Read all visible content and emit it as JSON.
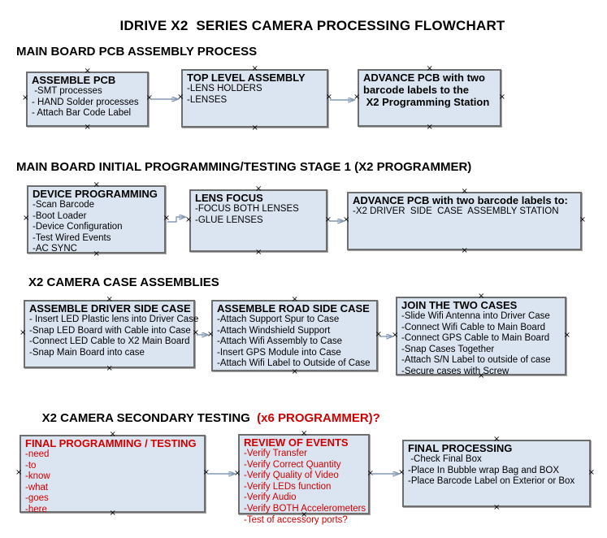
{
  "title": "IDRIVE X2  SERIES CAMERA PROCESSING FLOWCHART",
  "colors": {
    "box_fill": "#dbe5f1",
    "box_border": "#6e6e6e",
    "arrow_line": "#8499b5",
    "arrow_head": "#3a5c99",
    "red_text": "#d00000",
    "black_text": "#000000"
  },
  "icons": {
    "anchor": "×"
  },
  "sections": [
    {
      "header": "MAIN BOARD PCB ASSEMBLY PROCESS",
      "boxes": [
        {
          "title_lines": [
            "ASSEMBLE PCB"
          ],
          "items": [
            " -SMT processes",
            "- HAND Solder processes",
            "- Attach Bar Code Label"
          ]
        },
        {
          "title_lines": [
            "TOP LEVEL ASSEMBLY"
          ],
          "items": [
            "-LENS HOLDERS",
            "-LENSES"
          ]
        },
        {
          "title_lines": [
            "ADVANCE PCB with two",
            "barcode labels to the",
            " X2 Programming Station"
          ],
          "items": []
        }
      ]
    },
    {
      "header": "MAIN BOARD INITIAL PROGRAMMING/TESTING STAGE 1 (X2 PROGRAMMER)",
      "boxes": [
        {
          "title_lines": [
            "DEVICE PROGRAMMING"
          ],
          "items": [
            "-Scan Barcode",
            "-Boot Loader",
            "-Device Configuration",
            "-Test Wired Events",
            "-AC SYNC"
          ]
        },
        {
          "title_lines": [
            "LENS FOCUS"
          ],
          "items": [
            "-FOCUS BOTH LENSES",
            "-GLUE LENSES"
          ]
        },
        {
          "title_lines": [
            "ADVANCE PCB with two barcode labels to:"
          ],
          "items": [
            "-X2 DRIVER  SIDE  CASE  ASSEMBLY STATION"
          ]
        }
      ]
    },
    {
      "header": "X2 CAMERA CASE ASSEMBLIES",
      "boxes": [
        {
          "title_lines": [
            "ASSEMBLE DRIVER SIDE CASE"
          ],
          "items": [
            "- Insert LED Plastic lens into Driver Case",
            "-Snap LED Board with Cable into Case",
            "-Connect LED Cable to X2 Main Board",
            "-Snap Main Board into case"
          ]
        },
        {
          "title_lines": [
            "ASSEMBLE ROAD SIDE CASE"
          ],
          "items": [
            "-Attach Support Spur to Case",
            "-Attach Windshield Support",
            "-Attach Wifi Assembly to Case",
            "-Insert GPS Module into Case",
            "-Attach Wifi Label to Outside of Case"
          ]
        },
        {
          "title_lines": [
            "JOIN THE TWO CASES"
          ],
          "items": [
            "-Slide Wifi Antenna into Driver Case",
            "-Connect Wifi Cable to Main Board",
            "-Connect GPS Cable to Main Board",
            "-Snap Cases Together",
            "-Attach S/N Label to outside of case",
            "-Secure cases with Screw"
          ]
        }
      ]
    },
    {
      "header": "X2 CAMERA SECONDARY TESTING",
      "header_red": "  (x6 PROGRAMMER)?",
      "boxes": [
        {
          "title_lines": [
            "FINAL PROGRAMMING / TESTING"
          ],
          "items": [
            "-need",
            "-to",
            "-know",
            "-what",
            "-goes",
            "-here"
          ]
        },
        {
          "title_lines": [
            "REVIEW OF EVENTS"
          ],
          "items": [
            "-Verify Transfer",
            "-Verify Correct Quantity",
            "-Verify Quality of Video",
            "-Verify LEDs function",
            "-Verify Audio",
            "-Verify BOTH Accelerometers",
            "-Test of accessory ports?"
          ]
        },
        {
          "title_lines": [
            "FINAL PROCESSING"
          ],
          "items": [
            " -Check Final Box",
            "-Place In Bubble wrap Bag and BOX",
            "-Place Barcode Label on Exterior or Box"
          ]
        }
      ]
    }
  ]
}
